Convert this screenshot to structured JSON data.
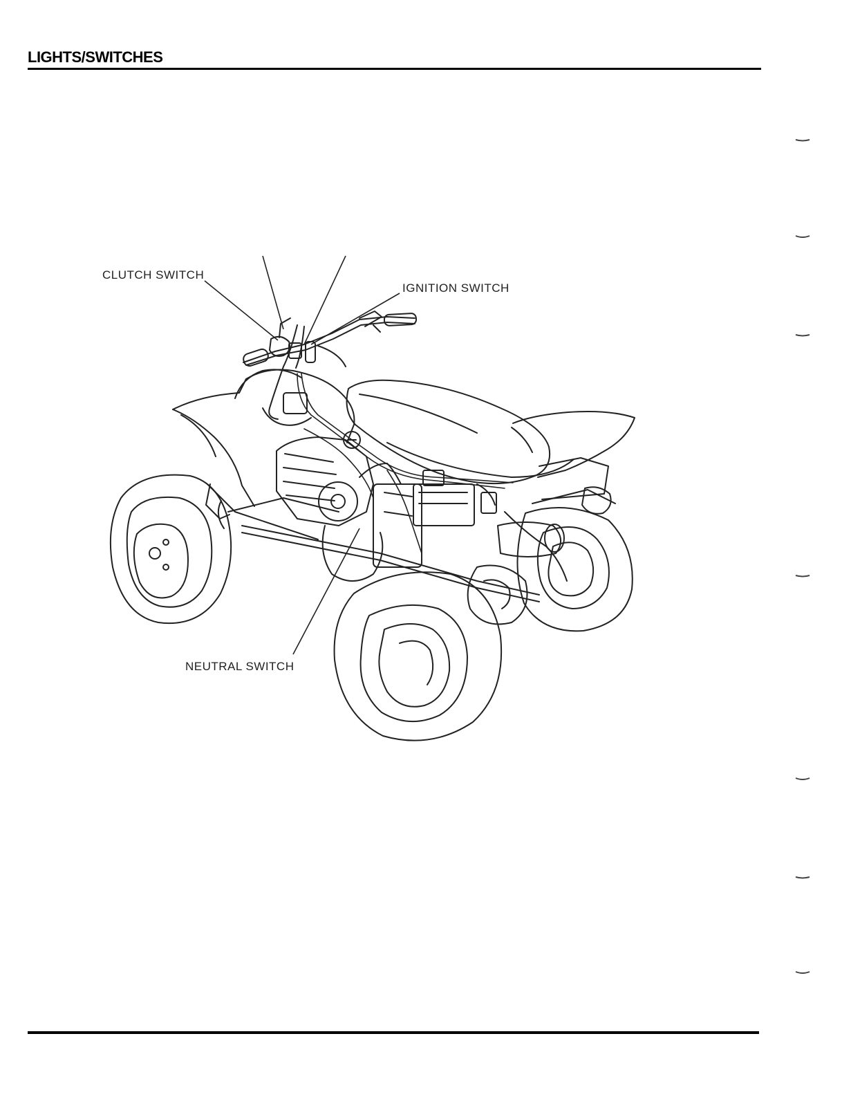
{
  "page": {
    "section_title": "LIGHTS/SWITCHES"
  },
  "figure": {
    "callouts": {
      "clutch_switch": "CLUTCH SWITCH",
      "ignition_switch": "IGNITION SWITCH",
      "neutral_switch": "NEUTRAL SWITCH"
    }
  },
  "colors": {
    "ink": "#111111",
    "rule": "#000000",
    "paper": "#ffffff"
  }
}
